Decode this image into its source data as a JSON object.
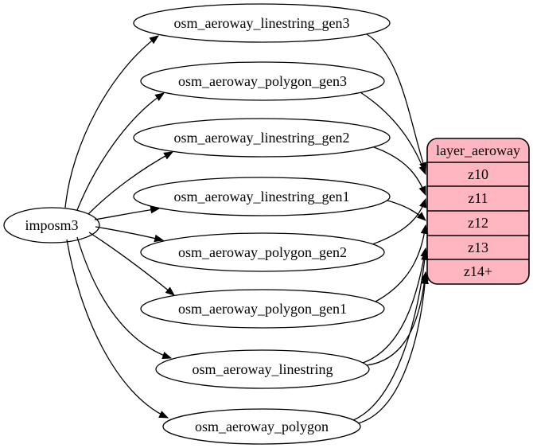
{
  "diagram": {
    "kind": "etl-flow-graph",
    "source_node": {
      "label": "imposm3"
    },
    "tables": [
      {
        "label": "osm_aeroway_linestring_gen3"
      },
      {
        "label": "osm_aeroway_polygon_gen3"
      },
      {
        "label": "osm_aeroway_linestring_gen2"
      },
      {
        "label": "osm_aeroway_linestring_gen1"
      },
      {
        "label": "osm_aeroway_polygon_gen2"
      },
      {
        "label": "osm_aeroway_polygon_gen1"
      },
      {
        "label": "osm_aeroway_linestring"
      },
      {
        "label": "osm_aeroway_polygon"
      }
    ],
    "layer_node": {
      "title": "layer_aeroway",
      "rows": [
        "z10",
        "z11",
        "z12",
        "z13",
        "z14+"
      ]
    },
    "edges": [
      {
        "from": "imposm3",
        "to": "osm_aeroway_linestring_gen3"
      },
      {
        "from": "imposm3",
        "to": "osm_aeroway_polygon_gen3"
      },
      {
        "from": "imposm3",
        "to": "osm_aeroway_linestring_gen2"
      },
      {
        "from": "imposm3",
        "to": "osm_aeroway_linestring_gen1"
      },
      {
        "from": "imposm3",
        "to": "osm_aeroway_polygon_gen2"
      },
      {
        "from": "imposm3",
        "to": "osm_aeroway_polygon_gen1"
      },
      {
        "from": "imposm3",
        "to": "osm_aeroway_linestring"
      },
      {
        "from": "imposm3",
        "to": "osm_aeroway_polygon"
      },
      {
        "from": "osm_aeroway_linestring_gen3",
        "to": "layer_aeroway:z10"
      },
      {
        "from": "osm_aeroway_polygon_gen3",
        "to": "layer_aeroway:z10"
      },
      {
        "from": "osm_aeroway_linestring_gen2",
        "to": "layer_aeroway:z11"
      },
      {
        "from": "osm_aeroway_polygon_gen2",
        "to": "layer_aeroway:z11"
      },
      {
        "from": "osm_aeroway_linestring_gen1",
        "to": "layer_aeroway:z12"
      },
      {
        "from": "osm_aeroway_polygon_gen1",
        "to": "layer_aeroway:z12"
      },
      {
        "from": "osm_aeroway_linestring",
        "to": "layer_aeroway:z13"
      },
      {
        "from": "osm_aeroway_linestring",
        "to": "layer_aeroway:z14+"
      },
      {
        "from": "osm_aeroway_polygon",
        "to": "layer_aeroway:z13"
      },
      {
        "from": "osm_aeroway_polygon",
        "to": "layer_aeroway:z14+"
      }
    ],
    "colors": {
      "layer_fill": "#ffb6c1",
      "table_fill": "#ffffff",
      "stroke": "#000000",
      "background": "#ffffff"
    }
  }
}
